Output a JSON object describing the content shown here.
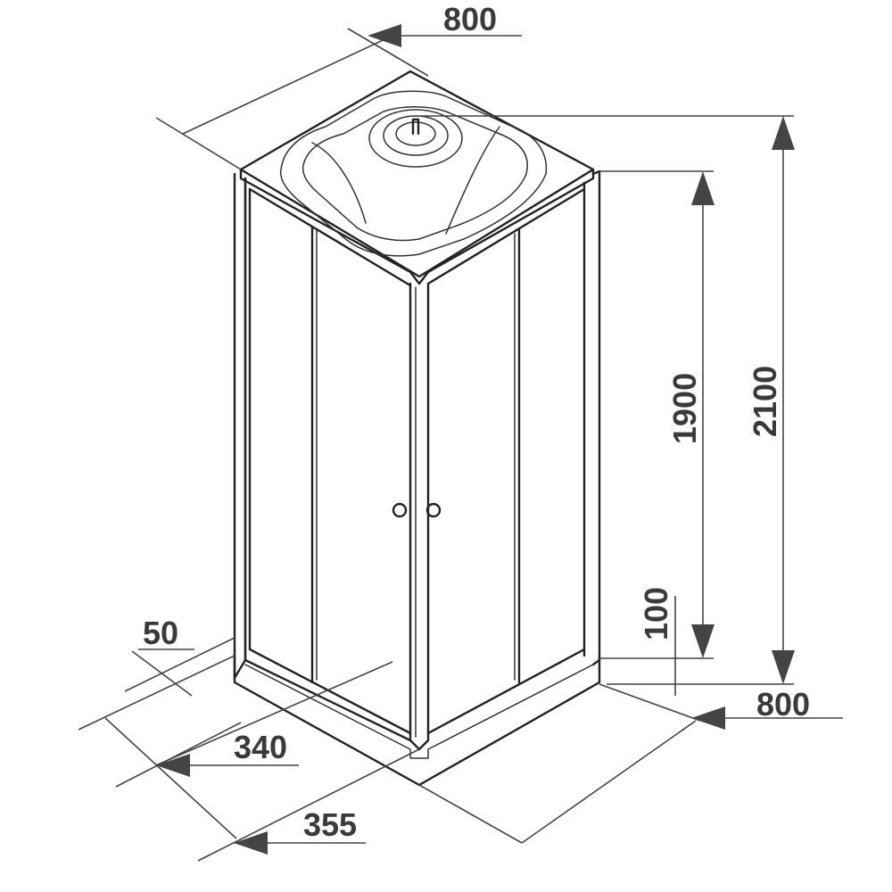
{
  "diagram": {
    "dimensions": {
      "top_width": "800",
      "right_width": "800",
      "total_height": "2100",
      "door_height": "1900",
      "base_height": "100",
      "base_offset": "50",
      "side_depth_a": "340",
      "side_depth_b": "355"
    }
  }
}
